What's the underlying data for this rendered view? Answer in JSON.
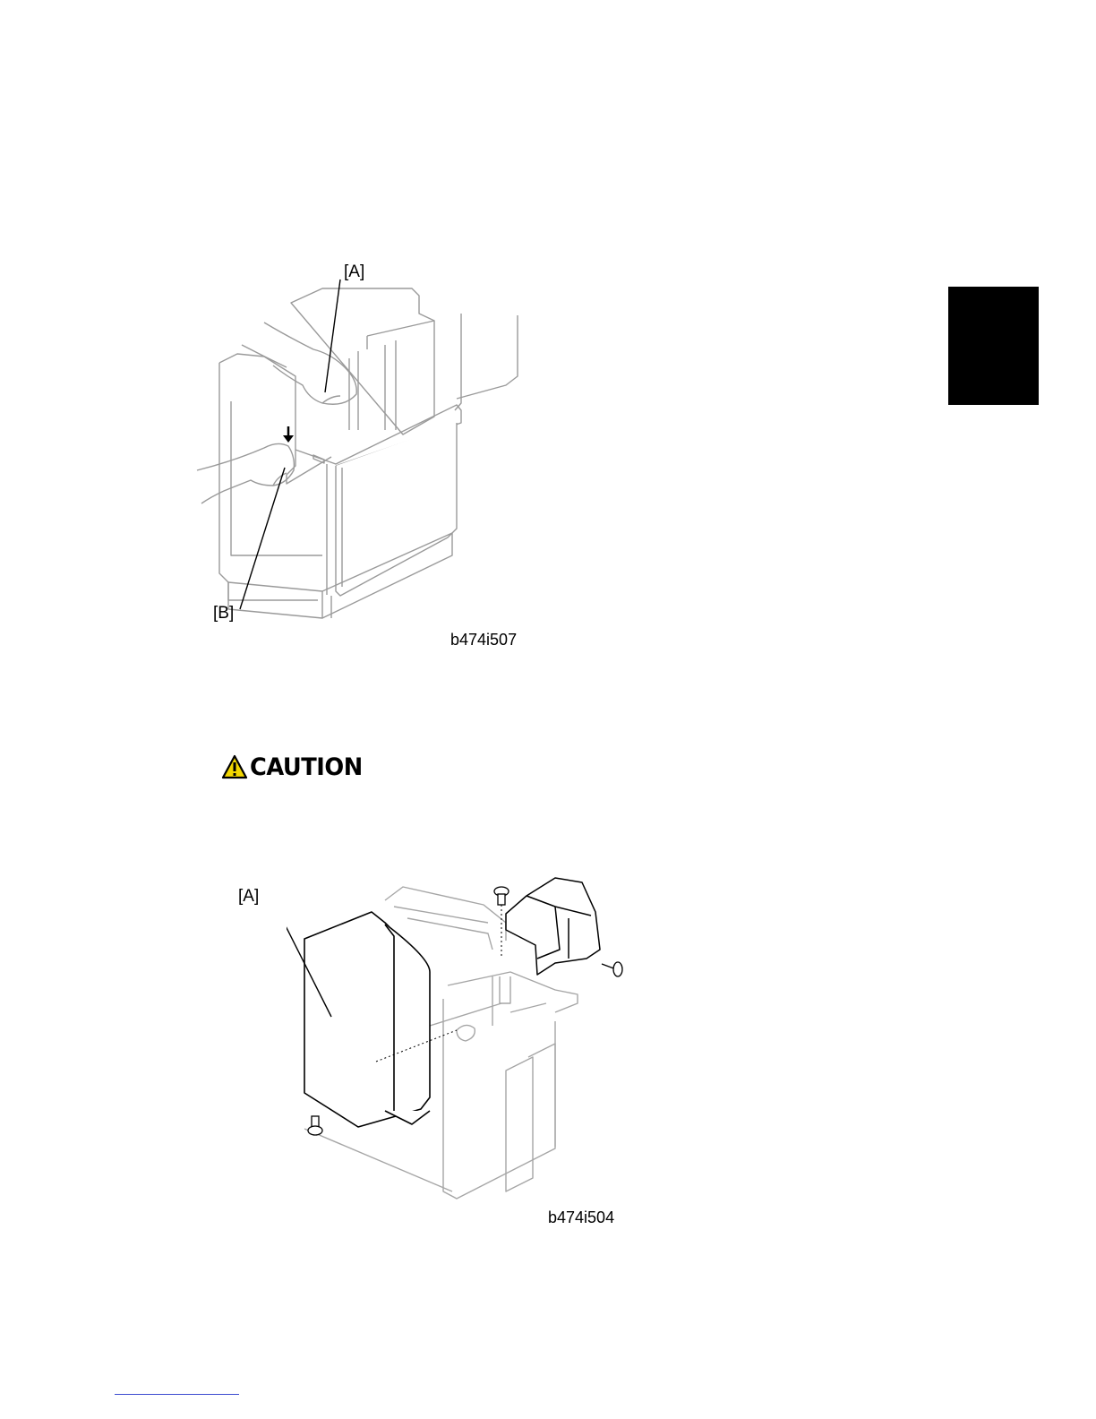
{
  "figure1": {
    "callout_a": "[A]",
    "callout_b": "[B]",
    "code": "b474i507"
  },
  "caution": {
    "label": "CAUTION",
    "icon": "warning-triangle-icon",
    "color": "#f2d600"
  },
  "figure2": {
    "callout_a": "[A]",
    "code": "b474i504"
  },
  "tab_marker_color": "#000000",
  "footer_rule_color": "#3b4bd0"
}
